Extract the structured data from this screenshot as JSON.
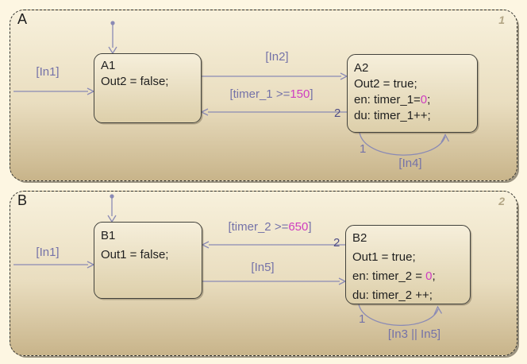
{
  "colors": {
    "page_background": "#fdf6e2",
    "container_gradient_top": "#f8f1dc",
    "container_gradient_bottom": "#c8b48a",
    "transition_line": "#8a8ab5",
    "transition_label": "#7472a8",
    "condition_number": "#ce3ec0",
    "execution_order": "#4f4d85",
    "chart_order": "#b3a685",
    "state_text": "#1f1f1f"
  },
  "chart_a": {
    "label": "A",
    "order": "1",
    "states": {
      "a1": {
        "title": "A1",
        "body": "Out2 = false;"
      },
      "a2": {
        "title": "A2",
        "body1": "Out2 = true;",
        "en_prefix": "en: timer_1=",
        "en_value": "0",
        "en_suffix": ";",
        "du": "du: timer_1++;"
      }
    },
    "transitions": {
      "in1": {
        "label": "[In1]"
      },
      "in2": {
        "label": "[In2]"
      },
      "timer": {
        "prefix": "[timer_1 >=",
        "value": "150",
        "suffix": "]",
        "order": "2"
      },
      "loop": {
        "label": "[In4]",
        "order": "1"
      }
    }
  },
  "chart_b": {
    "label": "B",
    "order": "2",
    "states": {
      "b1": {
        "title": "B1",
        "body": "Out1 = false;"
      },
      "b2": {
        "title": "B2",
        "body1": "Out1 = true;",
        "en_prefix": "en: timer_2 = ",
        "en_value": "0",
        "en_suffix": ";",
        "du": "du: timer_2 ++;"
      }
    },
    "transitions": {
      "in1": {
        "label": "[In1]"
      },
      "in5": {
        "label": "[In5]"
      },
      "timer": {
        "prefix": "[timer_2 >=",
        "value": "650",
        "suffix": "]",
        "order": "2"
      },
      "loop": {
        "label": "[In3 || In5]",
        "order": "1"
      }
    }
  }
}
